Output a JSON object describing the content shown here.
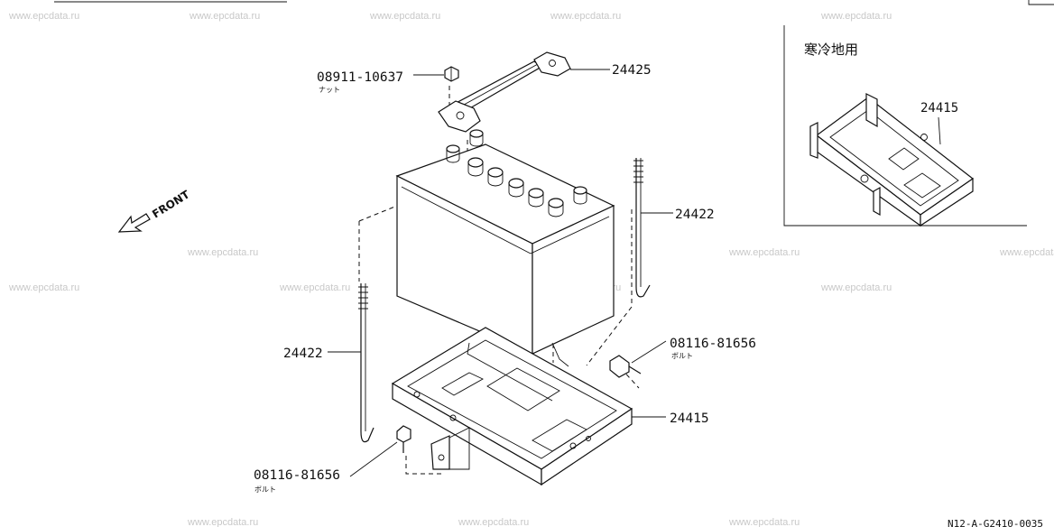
{
  "watermark": "www.epcdata.ru",
  "front_label": "FRONT",
  "inset": {
    "title": "寒冷地用",
    "part": "24415"
  },
  "parts": {
    "nut": {
      "number": "08911-10637",
      "name": "ナット"
    },
    "hold_down_clamp": {
      "number": "24425"
    },
    "rod_right": {
      "number": "24422"
    },
    "rod_left": {
      "number": "24422"
    },
    "bolt_right": {
      "number": "08116-81656",
      "name": "ボルト"
    },
    "tray": {
      "number": "24415"
    },
    "bolt_left": {
      "number": "08116-81656",
      "name": "ボルト"
    }
  },
  "drawing_code": "N12-A-G2410-0035"
}
